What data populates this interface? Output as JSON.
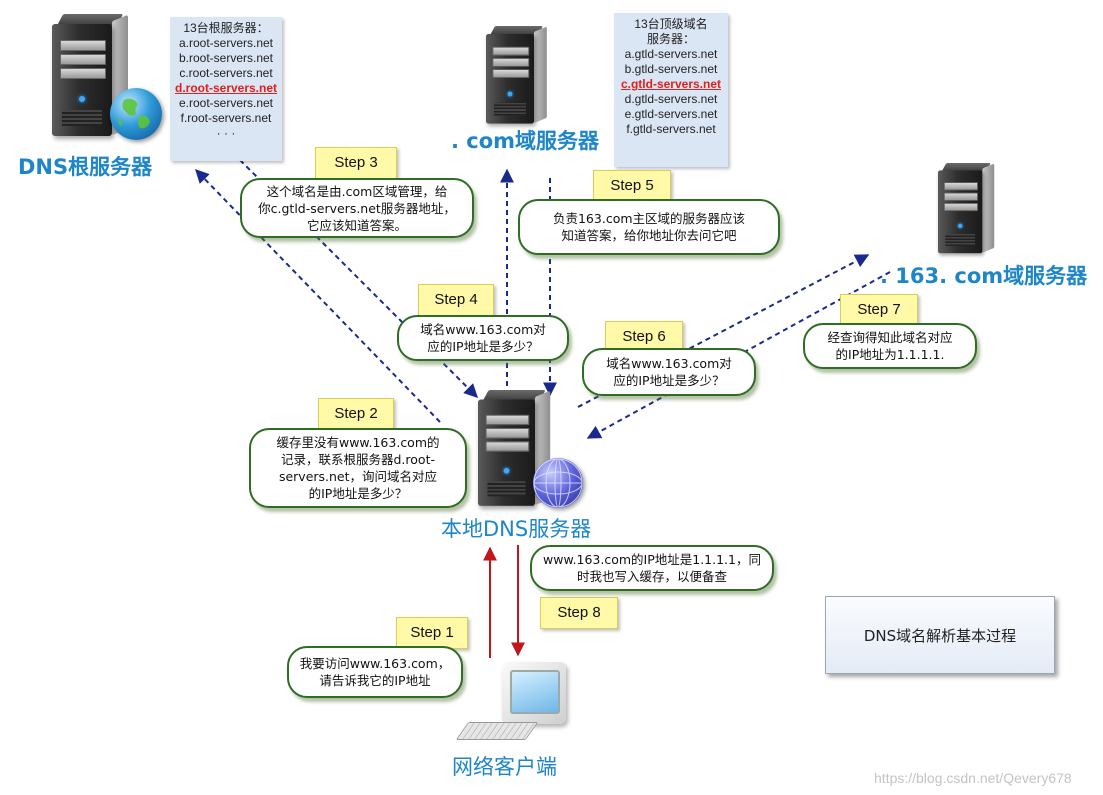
{
  "root_server": {
    "title": "DNS根服务器",
    "info_title": "13台根服务器：",
    "servers": [
      "a.root-servers.net",
      "b.root-servers.net",
      "c.root-servers.net",
      "d.root-servers.net",
      "e.root-servers.net",
      "f.root-servers.net",
      "· · ·"
    ],
    "highlight_index": 3
  },
  "tld_server": {
    "title": ". com域服务器",
    "info_title_1": "13台顶级域名",
    "info_title_2": "服务器：",
    "servers": [
      "a.gtld-servers.net",
      "b.gtld-servers.net",
      "c.gtld-servers.net",
      "d.gtld-servers.net",
      "e.gtld-servers.net",
      "f.gtld-servers.net"
    ],
    "highlight_index": 2
  },
  "auth_server": {
    "title": ". 163. com域服务器"
  },
  "local_server": {
    "title": "本地DNS服务器"
  },
  "client": {
    "title": "网络客户端"
  },
  "steps": {
    "s1": "Step 1",
    "s2": "Step 2",
    "s3": "Step 3",
    "s4": "Step 4",
    "s5": "Step 5",
    "s6": "Step 6",
    "s7": "Step 7",
    "s8": "Step 8"
  },
  "bubbles": {
    "b1": [
      "我要访问www.163.com，",
      "请告诉我它的IP地址"
    ],
    "b2": [
      "缓存里没有www.163.com的",
      "记录，联系根服务器d.root-",
      "servers.net，询问域名对应",
      "的IP地址是多少？"
    ],
    "b3": [
      "这个域名是由.com区域管理，给",
      "你c.gtld-servers.net服务器地址，",
      "它应该知道答案。"
    ],
    "b4": [
      "域名www.163.com对",
      "应的IP地址是多少？"
    ],
    "b5": [
      "负责163.com主区域的服务器应该",
      "知道答案，给你地址你去问它吧"
    ],
    "b6": [
      "域名www.163.com对",
      "应的IP地址是多少？"
    ],
    "b7": [
      "经查询得知此域名对应",
      "的IP地址为1.1.1.1."
    ],
    "b8": [
      "www.163.com的IP地址是1.1.1.1，同",
      "时我也写入缓存，以便备查"
    ]
  },
  "caption": "DNS域名解析基本过程",
  "watermark": "https://blog.csdn.net/Qevery678",
  "colors": {
    "title": "#1e86c8",
    "arrow_dashed": "#1a2a8c",
    "arrow_solid": "#c0161c",
    "step_bg": "#fff9a8",
    "bubble_border": "#2f6d25",
    "info_bg": "#dbe6f4",
    "highlight": "#e0201c"
  }
}
